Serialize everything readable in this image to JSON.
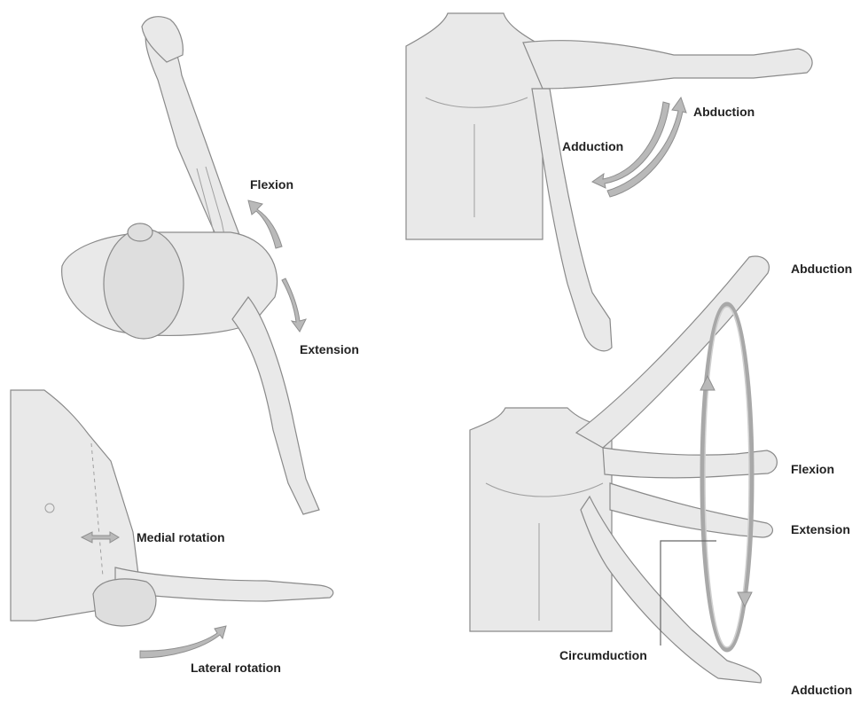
{
  "labels": {
    "flexion_overhead": "Flexion",
    "extension_overhead": "Extension",
    "abduction_top": "Abduction",
    "adduction_top": "Adduction",
    "medial_rotation": "Medial rotation",
    "lateral_rotation": "Lateral rotation",
    "circ_abduction": "Abduction",
    "circ_flexion": "Flexion",
    "circ_extension": "Extension",
    "circ_adduction": "Adduction",
    "circumduction": "Circumduction"
  },
  "colors": {
    "skin": "#e9e9e9",
    "outline": "#8a8a8a",
    "arrow": "#b9b9b9",
    "text": "#222222"
  }
}
